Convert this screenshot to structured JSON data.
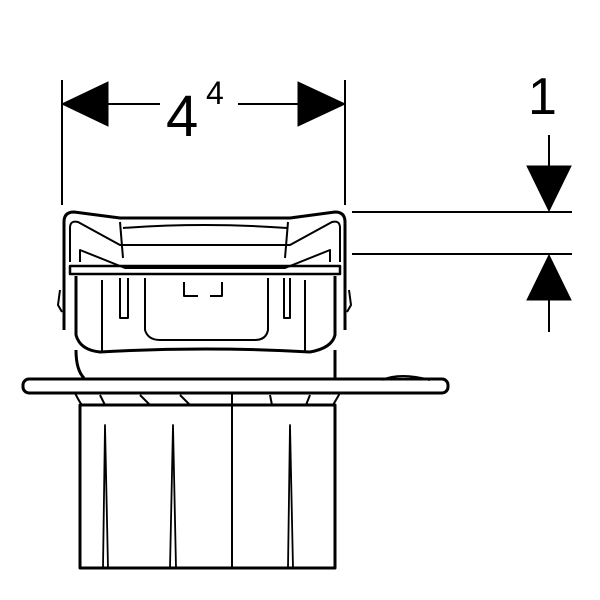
{
  "dimensions": {
    "width": {
      "value": "4",
      "superscript": "4"
    },
    "height": {
      "value": "1"
    }
  },
  "colors": {
    "line": "#000000",
    "background": "#ffffff"
  }
}
